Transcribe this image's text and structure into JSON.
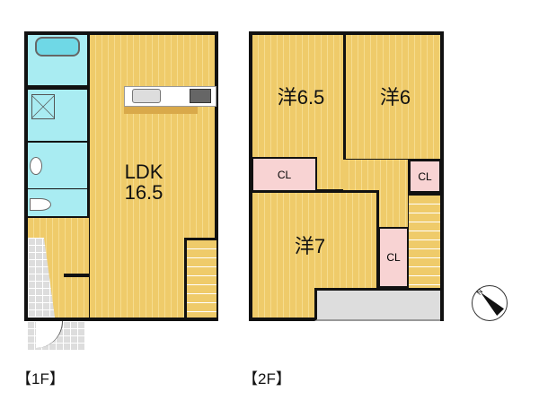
{
  "floor_1": {
    "label": "【1F】",
    "ldk": {
      "name": "LDK",
      "size": "16.5"
    }
  },
  "floor_2": {
    "label": "【2F】",
    "rooms": [
      {
        "name": "洋6.5"
      },
      {
        "name": "洋6"
      },
      {
        "name": "洋7"
      }
    ],
    "closets": [
      "CL",
      "CL",
      "CL"
    ]
  },
  "compass": {
    "label": "N"
  },
  "colors": {
    "wood": "#efcb6a",
    "wet": "#a9ecf2",
    "closet": "#f8d3d3",
    "wall": "#111111"
  }
}
